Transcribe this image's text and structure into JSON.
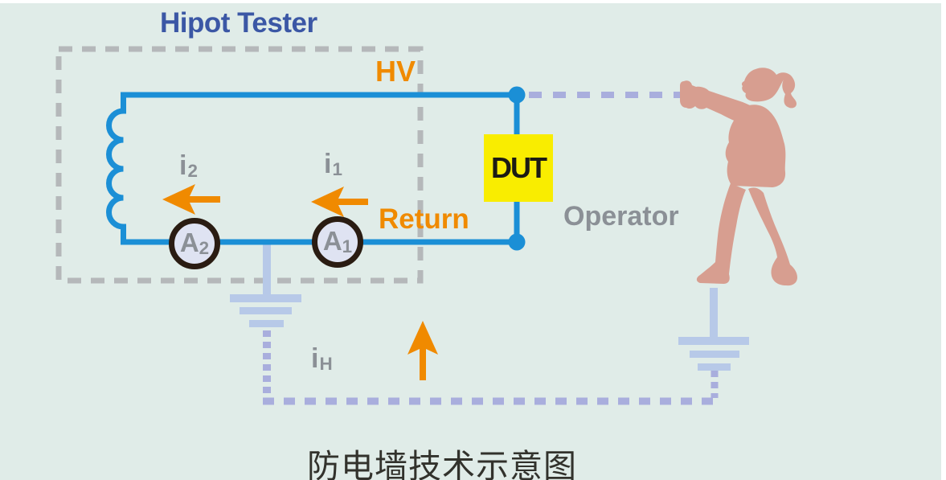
{
  "title": {
    "text": "防电墙技术示意图"
  },
  "diagram": {
    "tester_label": "Hipot Tester",
    "hv_label": "HV",
    "return_label": "Return",
    "dut_label": "DUT",
    "operator_label": "Operator",
    "current_i2": {
      "base": "i",
      "sub": "2"
    },
    "current_i1": {
      "base": "i",
      "sub": "1"
    },
    "current_ih": {
      "base": "i",
      "sub": "H"
    },
    "ammeter_a2": {
      "base": "A",
      "sub": "2"
    },
    "ammeter_a1": {
      "base": "A",
      "sub": "1"
    },
    "colors": {
      "background": "#e0ece8",
      "circuit_blue": "#1b8fd6",
      "label_orange": "#f08a00",
      "tester_label_blue": "#3b57a5",
      "gray_text": "#8b9096",
      "dut_yellow": "#f9ed00",
      "ground_blue": "#b7c9e8",
      "wall_dash_lavender": "#a9aedd",
      "tester_border_gray": "#b5b8ba",
      "operator_skin": "#d79e90",
      "ammeter_ring": "#2a1c12",
      "ammeter_fill": "#dfe3f2"
    }
  }
}
